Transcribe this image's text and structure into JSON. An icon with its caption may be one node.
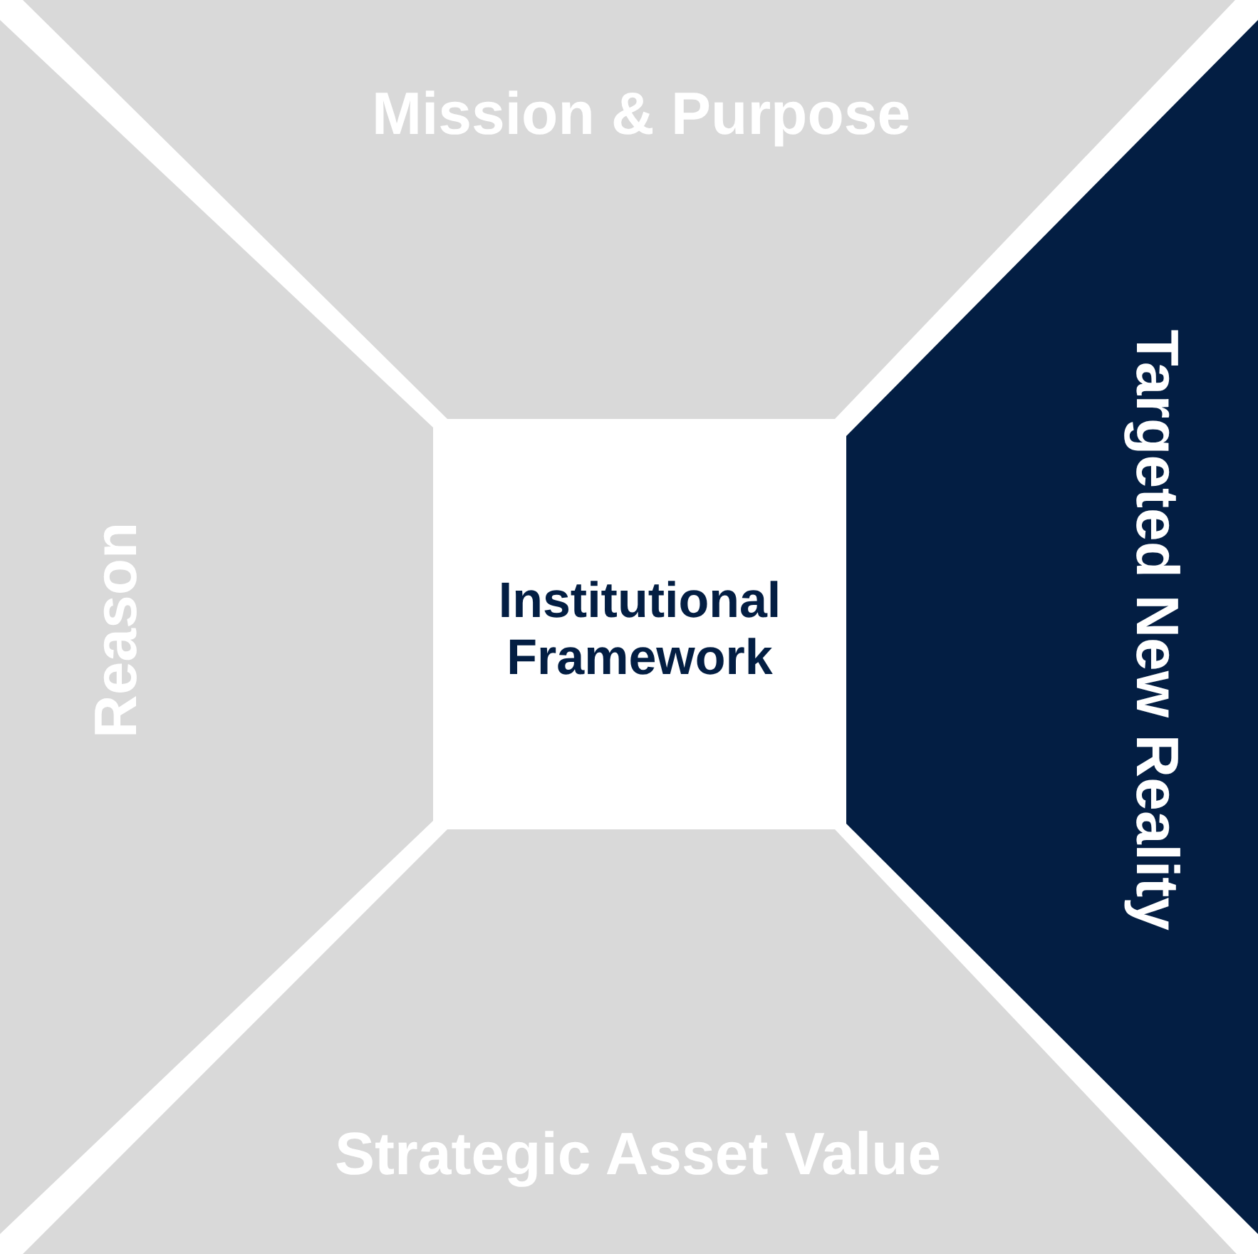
{
  "diagram": {
    "nodes": [
      {
        "text": [
          "Mission & Purpose"
        ]
      },
      {
        "text": [
          "Reason"
        ]
      },
      {
        "text": [
          "Institutional Framework"
        ]
      },
      {
        "text": [
          "Targeted New Reality"
        ]
      },
      {
        "text": [
          "Strategic Asset Value"
        ]
      }
    ]
  }
}
